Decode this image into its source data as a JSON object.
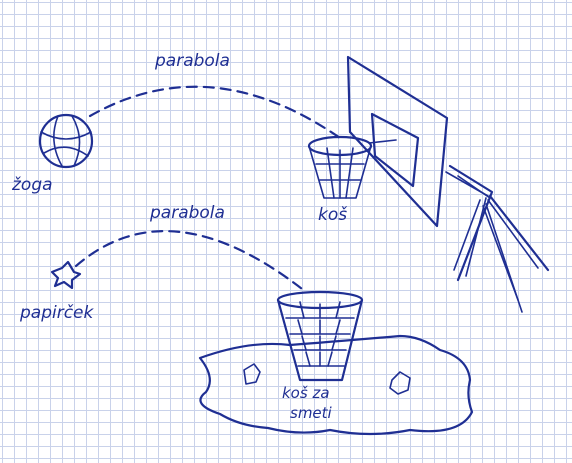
{
  "labels": {
    "parabola_top": "parabola",
    "parabola_bottom": "parabola",
    "ball": "žoga",
    "hoop": "koš",
    "paper": "papirček",
    "bin_line1": "koš za",
    "bin_line2": "smeti"
  },
  "colors": {
    "ink": "#1f2f93",
    "grid": "#c9d2ea",
    "paper": "#ffffff"
  },
  "icons": [
    "basketball-icon",
    "basketball-hoop-icon",
    "crumpled-paper-icon",
    "waste-bin-icon"
  ]
}
